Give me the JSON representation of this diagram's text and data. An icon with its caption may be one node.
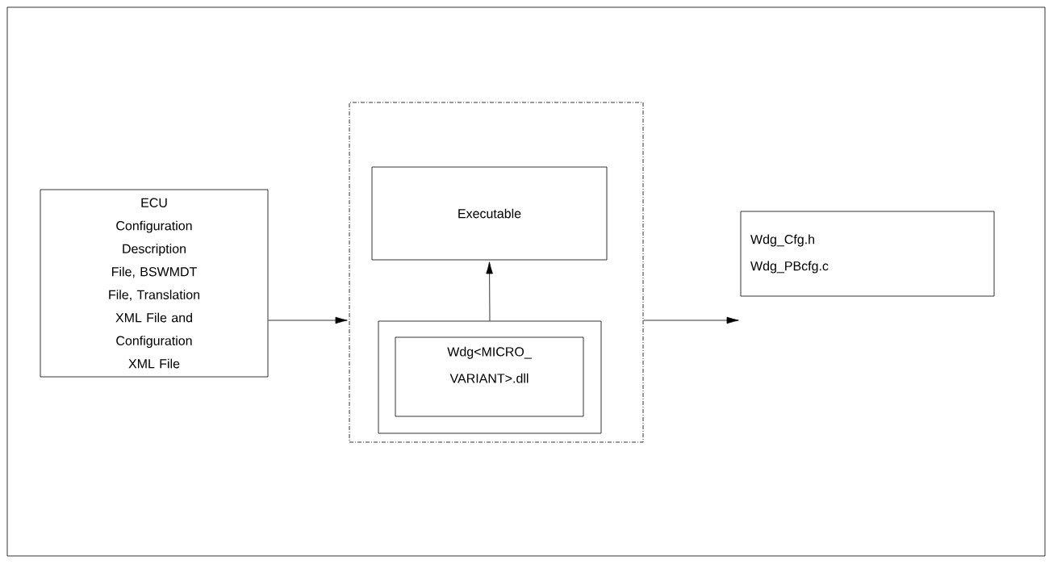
{
  "diagram": {
    "nodes": [
      {
        "text": [
          "ECU Configuration Description File, BSWMDT File, Translation XML File and Configuration XML File"
        ]
      },
      {
        "text": [],
        "shape": "box"
      },
      {
        "text": [
          "Executable"
        ],
        "in": 1
      },
      {
        "text": [],
        "shape": "box",
        "in": 1
      },
      {
        "text": [
          "Wdg<MICRO_ VARIANT>.dll"
        ],
        "in": 3
      },
      {
        "text": [
          "Wdg_Cfg.h",
          "Wdg_PBcfg.c"
        ]
      }
    ],
    "edges": [
      {
        "from": 0,
        "to": 1,
        "arrow": "to"
      },
      {
        "from": 3,
        "to": 2,
        "arrow": "to"
      },
      {
        "from": 1,
        "to": 5,
        "arrow": "to"
      }
    ]
  }
}
